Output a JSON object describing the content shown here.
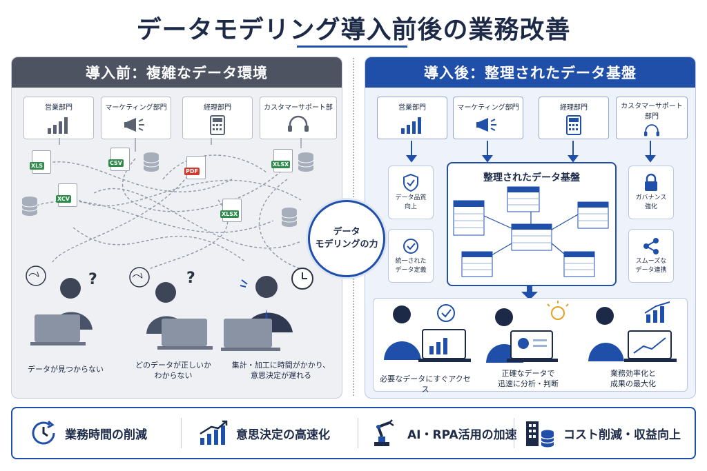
{
  "title": "データモデリング導入前後の業務改善",
  "before": {
    "header": "導入前：複雑なデータ環境",
    "departments": [
      {
        "label": "営業部門",
        "icon": "bar-chart-icon"
      },
      {
        "label": "マーケティング部門",
        "icon": "megaphone-icon"
      },
      {
        "label": "経理部門",
        "icon": "calculator-icon"
      },
      {
        "label": "カスタマーサポート部",
        "icon": "headset-icon"
      }
    ],
    "files": [
      "XLS",
      "CSV",
      "PDF",
      "XLSX",
      "XCV",
      "XLSX"
    ],
    "problems": [
      {
        "line1": "データが見つからない",
        "line2": ""
      },
      {
        "line1": "どのデータが正しいか",
        "line2": "わからない"
      },
      {
        "line1": "集計・加工に時間がかかり、",
        "line2": "意思決定が遅れる"
      }
    ]
  },
  "center": {
    "line1": "データ",
    "line2": "モデリングの力"
  },
  "after": {
    "header": "導入後：整理されたデータ基盤",
    "departments": [
      {
        "label": "営業部門",
        "icon": "bar-chart-icon"
      },
      {
        "label": "マーケティング部門",
        "icon": "megaphone-icon"
      },
      {
        "label": "経理部門",
        "icon": "calculator-icon"
      },
      {
        "label": "カスタマーサポート",
        "label2": "部門",
        "icon": "headset-icon"
      }
    ],
    "platform_title": "整理されたデータ基盤",
    "left_cards": [
      {
        "line1": "データ品質",
        "line2": "向上",
        "icon": "shield-check-icon"
      },
      {
        "line1": "統一された",
        "line2": "データ定義",
        "icon": "check-circle-icon"
      }
    ],
    "right_cards": [
      {
        "line1": "ガバナンス",
        "line2": "強化",
        "icon": "lock-icon"
      },
      {
        "line1": "スムーズな",
        "line2": "データ連携",
        "icon": "share-icon"
      }
    ],
    "results": [
      {
        "line1": "必要なデータにすぐアクセス",
        "line2": ""
      },
      {
        "line1": "正確なデータで",
        "line2": "迅速に分析・判断"
      },
      {
        "line1": "業務効率化と",
        "line2": "成果の最大化"
      }
    ]
  },
  "benefits": [
    {
      "label": "業務時間の削減",
      "icon": "clock-arrow-icon"
    },
    {
      "label": "意思決定の高速化",
      "icon": "growth-chart-icon"
    },
    {
      "label": "AI・RPA活用の加速",
      "icon": "robot-arm-icon"
    },
    {
      "label": "コスト削減・収益向上",
      "icon": "building-coins-icon"
    }
  ],
  "colors": {
    "accent": "#1f4fa8",
    "dark": "#4d5360",
    "navy": "#1c2a48"
  }
}
